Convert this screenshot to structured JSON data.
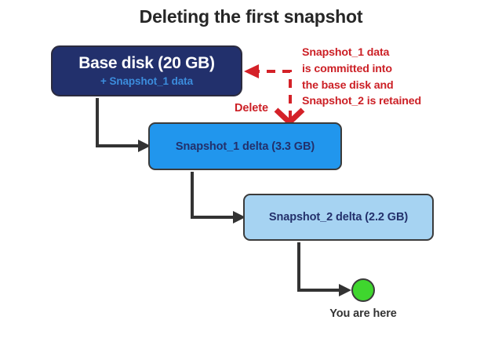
{
  "title": "Deleting the first snapshot",
  "nodes": {
    "base_disk": {
      "title": "Base disk (20 GB)",
      "subtitle": "+ Snapshot_1 data",
      "fill": "#22306c",
      "title_color": "#ffffff",
      "subtitle_color": "#3c8ddd"
    },
    "snapshot_1": {
      "label": "Snapshot_1 delta (3.3 GB)",
      "fill": "#2196ed",
      "text_color": "#23306b"
    },
    "snapshot_2": {
      "label": "Snapshot_2 delta (2.2 GB)",
      "fill": "#a6d3f2",
      "text_color": "#23306b"
    }
  },
  "marker": {
    "dot_color": "#3fd62e",
    "dot_label": "You are here"
  },
  "annotation": {
    "delete_label": "Delete",
    "lines": [
      "Snapshot_1 data",
      "is committed into",
      "the base disk and",
      "Snapshot_2 is retained"
    ],
    "color": "#cc2026"
  },
  "colors": {
    "connector": "#333333",
    "title_text": "#262626",
    "background": "#ffffff"
  }
}
